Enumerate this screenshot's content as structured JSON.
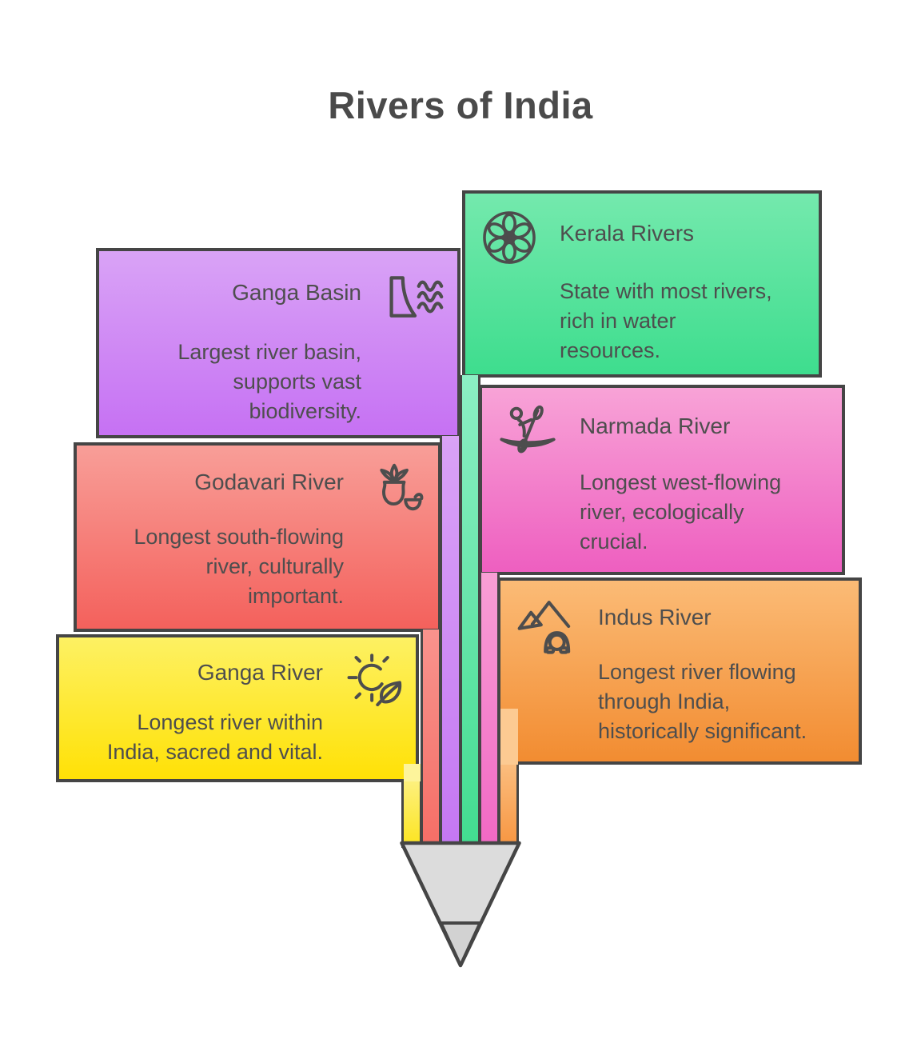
{
  "title": "Rivers of India",
  "palette": {
    "outline": "#454545",
    "text": "#4e4e4e",
    "title_text": "#4a4a4a",
    "background": "#ffffff"
  },
  "pencil": {
    "body_color": "#dcdcdc",
    "tip_color": "#d2d2d2",
    "outline": "#454545"
  },
  "cards": [
    {
      "id": "kerala-rivers",
      "title": "Kerala Rivers",
      "body": "State with most rivers,\nrich in water\nresources.",
      "icon": "flower-icon",
      "side": "right",
      "color_top": "#74e9ad",
      "color_bottom": "#3edd8e",
      "stripe_top": "#8ceec4",
      "stripe_bottom": "#42dd90"
    },
    {
      "id": "ganga-basin",
      "title": "Ganga Basin",
      "body": "Largest river basin,\nsupports vast\nbiodiversity.",
      "icon": "dam-water-icon",
      "side": "left",
      "color_top": "#d9a3f6",
      "color_bottom": "#c671f3",
      "stripe_top": "#d9a2f6",
      "stripe_bottom": "#c477f3"
    },
    {
      "id": "narmada-river",
      "title": "Narmada River",
      "body": "Longest west-flowing\nriver, ecologically\ncrucial.",
      "icon": "kayaker-icon",
      "side": "right",
      "color_top": "#f8a3d7",
      "color_bottom": "#ee5fc0",
      "stripe_top": "#f89fd5",
      "stripe_bottom": "#f168c4"
    },
    {
      "id": "godavari-river",
      "title": "Godavari River",
      "body": "Longest south-flowing\nriver, culturally\nimportant.",
      "icon": "plant-pot-icon",
      "side": "left",
      "color_top": "#f89e98",
      "color_bottom": "#f4615c",
      "stripe_top": "#f8938d",
      "stripe_bottom": "#f56e66"
    },
    {
      "id": "indus-river",
      "title": "Indus River",
      "body": "Longest river flowing\nthrough India,\nhistorically significant.",
      "icon": "mountain-person-icon",
      "side": "right",
      "color_top": "#fbbb76",
      "color_bottom": "#f28c31",
      "stripe_top": "#fbbd7e",
      "stripe_bottom": "#f79540",
      "notch_color": "#fcca92"
    },
    {
      "id": "ganga-river",
      "title": "Ganga River",
      "body": "Longest river within\nIndia, sacred and vital.",
      "icon": "sun-leaf-icon",
      "side": "left",
      "color_top": "#fdf163",
      "color_bottom": "#ffe106",
      "stripe_top": "#fdf07d",
      "stripe_bottom": "#fce41d",
      "notch_color": "#fdf49b"
    }
  ]
}
